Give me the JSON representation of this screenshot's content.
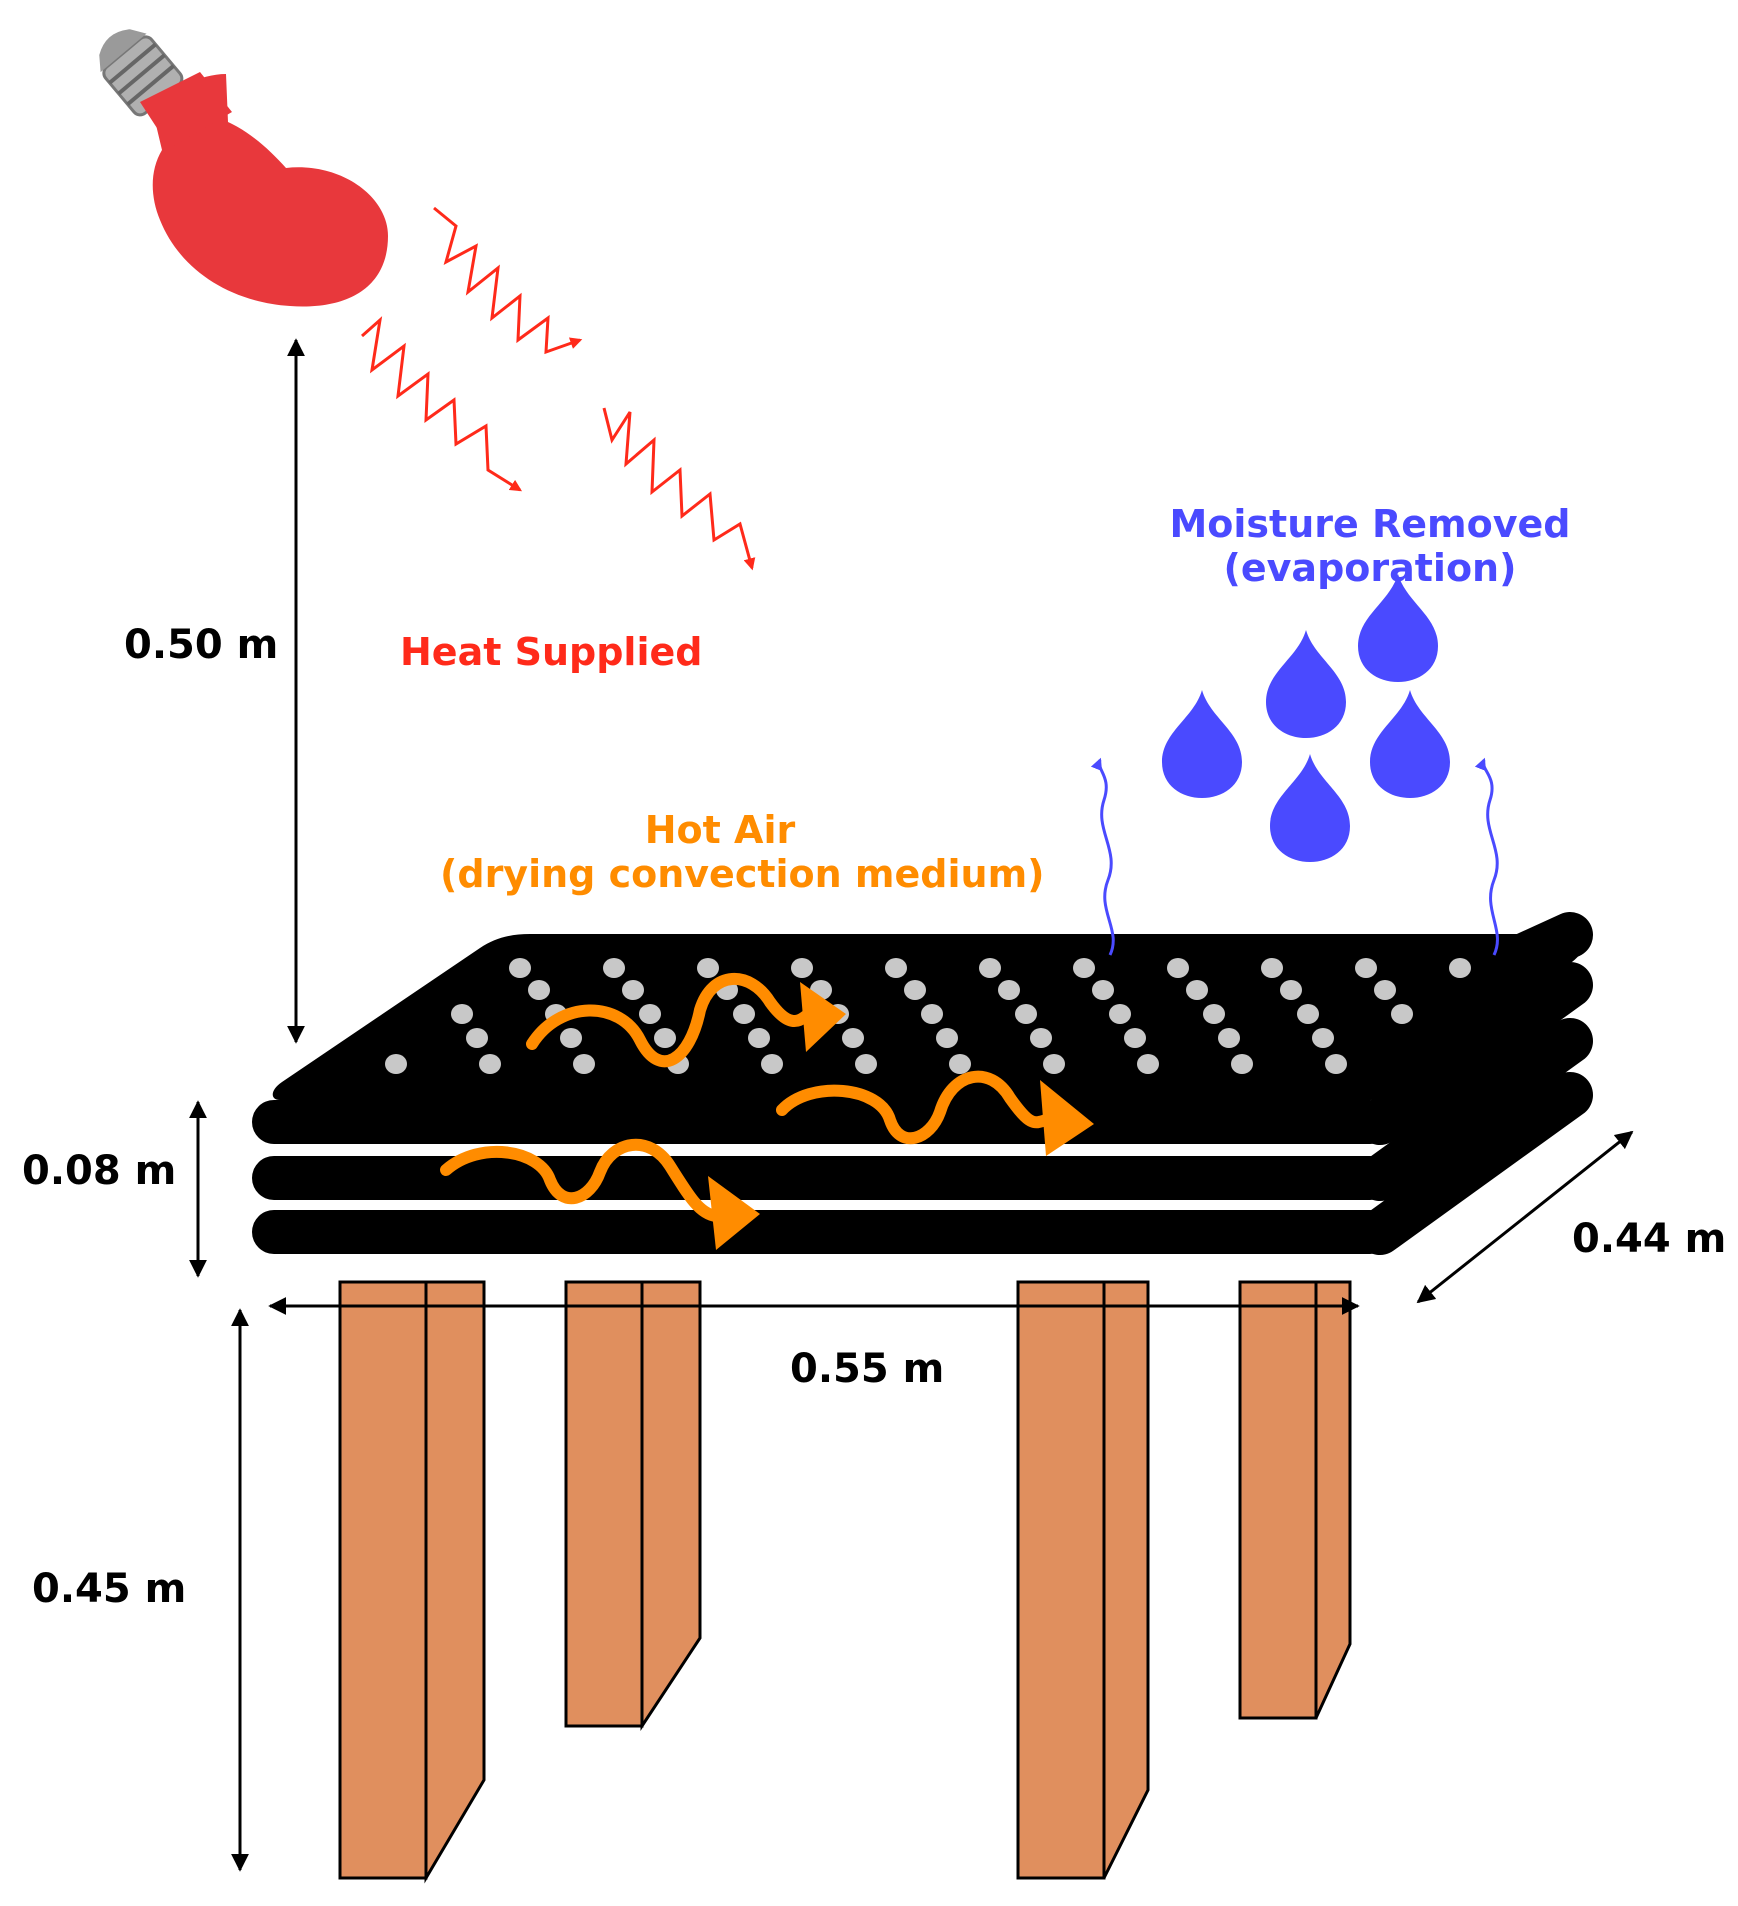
{
  "labels": {
    "heat": "Heat Supplied",
    "hot_air_1": "Hot Air",
    "hot_air_2": "(drying convection medium)",
    "moisture_1": "Moisture Removed",
    "moisture_2": "(evaporation)"
  },
  "dimensions": {
    "lamp_height": "0.50 m",
    "tray_thickness": "0.08 m",
    "width": "0.55 m",
    "depth": "0.44 m",
    "leg_height": "0.45 m"
  },
  "colors": {
    "heat": "#ff2a1a",
    "bulb": "#e8383c",
    "hot_air": "#ff8c00",
    "moisture": "#4a4aff",
    "tray": "#000000",
    "holes": "#c8c8c8",
    "legs": "#e08f5e"
  },
  "icons": [
    "light-bulb-icon",
    "water-droplet-icon"
  ]
}
